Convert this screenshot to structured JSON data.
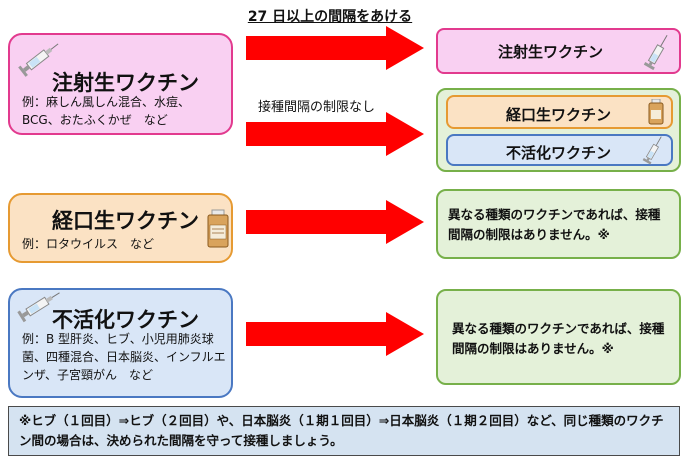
{
  "top_arrow_label": "27 日以上の間隔をあける",
  "no_limit_label": "接種間隔の制限なし",
  "left_boxes": {
    "injectable": {
      "title": "注射生ワクチン",
      "example": "例：麻しん風しん混合、水痘、BCG、おたふくかぜ　など"
    },
    "oral": {
      "title": "経口生ワクチン",
      "example": "例：ロタウイルス　など"
    },
    "inactivated": {
      "title": "不活化ワクチン",
      "example": "例：B 型肝炎、ヒブ、小児用肺炎球菌、四種混合、日本脳炎、インフルエンザ、子宮頸がん　など"
    }
  },
  "right_boxes": {
    "injectable": "注射生ワクチン",
    "oral": "経口生ワクチン",
    "inactivated": "不活化ワクチン",
    "message_oral": "異なる種類のワクチンであれば、接種間隔の制限はありません。※",
    "message_inactivated": "異なる種類のワクチンであれば、接種間隔の制限はありません。※"
  },
  "footnote": "※ヒブ（１回目）⇒ヒブ（２回目）や、日本脳炎（１期１回目）⇒日本脳炎（１期２回目）など、同じ種類のワクチン間の場合は、決められた間隔を守って接種しましょう。",
  "colors": {
    "arrow": "#ff0000",
    "pink_border": "#e23a8e",
    "orange_border": "#e69a32",
    "blue_border": "#4a78c2",
    "green_border": "#77b04a"
  },
  "icons": [
    "syringe-icon",
    "medicine-bottle-icon"
  ]
}
